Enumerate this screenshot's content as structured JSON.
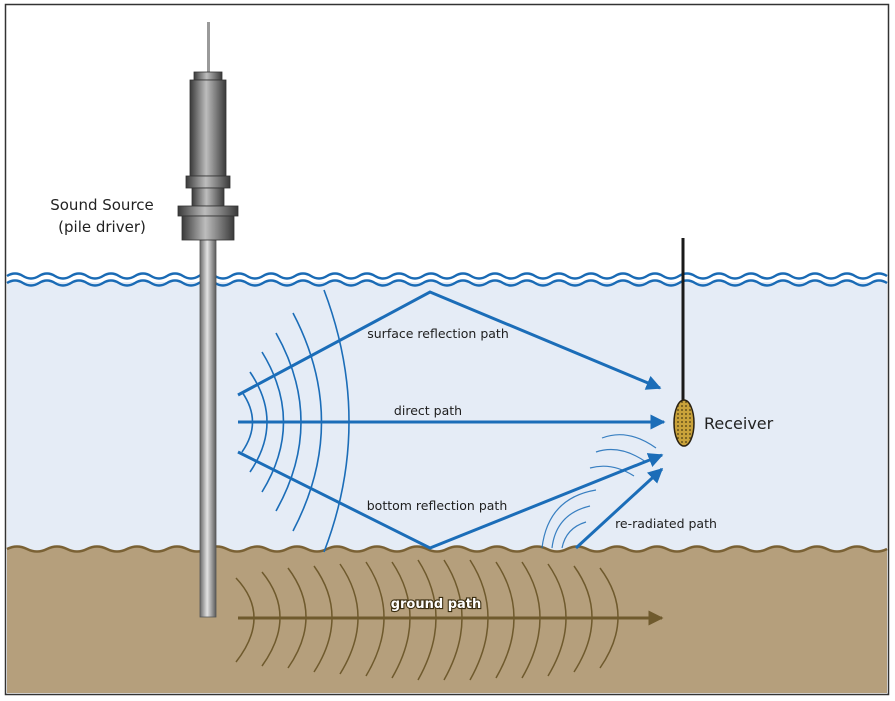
{
  "labels": {
    "sound_source_line1": "Sound Source",
    "sound_source_line2": "(pile driver)",
    "receiver": "Receiver",
    "surface_path": "surface reflection path",
    "direct_path": "direct  path",
    "bottom_path": "bottom reflection path",
    "reradiated_path": "re-radiated path",
    "ground_path": "ground path"
  },
  "colors": {
    "water": "#e5ecf6",
    "water_surface": "#1a6bb5",
    "sediment": "#b59f7c",
    "sediment_line": "#7a6134",
    "path_blue": "#1b6db8",
    "ground_wave": "#6f5a2d",
    "pile": "#8a8a8a",
    "receiver_body": "#c29a2e",
    "frame": "#333333"
  }
}
